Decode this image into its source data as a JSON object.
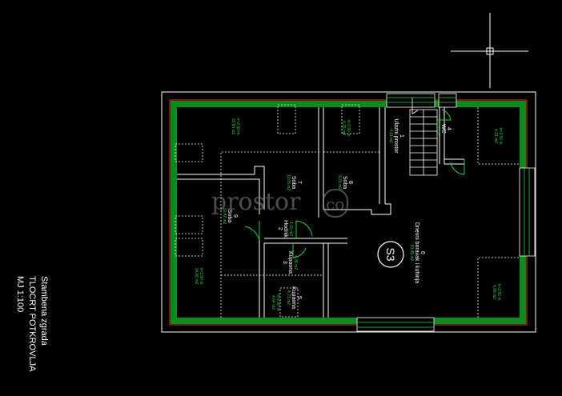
{
  "title_block": {
    "line1": "Stambena zgrada",
    "line2": "TLOCRT POTKROVLJA",
    "line3": "MJ 1:100"
  },
  "watermark": {
    "text": "prostor",
    "suffix": "co"
  },
  "section_mark": {
    "label": "S3"
  },
  "rooms": [
    {
      "id": "1",
      "name": "Ulazni prostor",
      "area": "4,11 m2"
    },
    {
      "id": "2",
      "name": "Hodnik",
      "area": "1,63 m2"
    },
    {
      "id": "3",
      "name": "Kupaona",
      "area": "4,38 m2"
    },
    {
      "id": "4",
      "name": "WC",
      "area": "2,10 m2"
    },
    {
      "id": "5",
      "name": "Kupaona",
      "area": "4,71 m2"
    },
    {
      "id": "6",
      "name": "Dnevni boravak i kuhinja",
      "area": "20,45 m2"
    },
    {
      "id": "7",
      "name": "Soba",
      "area": "11,05 m2"
    },
    {
      "id": "8",
      "name": "Soba",
      "area": "9,21 m2"
    },
    {
      "id": "9",
      "name": "Soba",
      "area": "10,42 m2"
    }
  ],
  "heights": [
    {
      "value": "h=2,50 m",
      "area": "10,64 m2"
    },
    {
      "value": "h=2,50 m",
      "area": "4,31 m2"
    },
    {
      "value": "h=2,50 m",
      "area": "4,25 m2"
    },
    {
      "value": "h=2,50 m",
      "area": "14,06 m2"
    },
    {
      "value": "h=2,50 m",
      "area": "4,64 m2"
    },
    {
      "value": "h=2,50 m",
      "area": "4,98 m2"
    }
  ],
  "colors": {
    "background": "#000000",
    "outer_wall": "#c9281f",
    "wall_fill": "#0b8a1f",
    "line": "#ffffff",
    "annotation": "#2ecc40"
  }
}
